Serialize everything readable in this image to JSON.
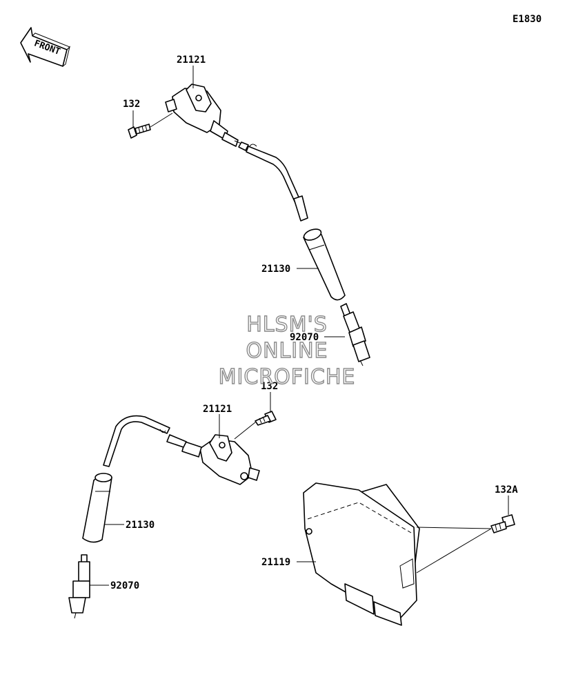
{
  "figure_code": "E1830",
  "front_indicator": "FRONT",
  "watermark": {
    "line1": "HLSM'S",
    "line2": "ONLINE",
    "line3": "MICROFICHE"
  },
  "callouts": {
    "coil_upper": "21121",
    "bolt_upper": "132",
    "cap_upper": "21130",
    "plug_upper": "92070",
    "coil_lower": "21121",
    "bolt_lower": "132",
    "cap_lower": "21130",
    "plug_lower": "92070",
    "ecu": "21119",
    "bolt_ecu": "132A"
  }
}
